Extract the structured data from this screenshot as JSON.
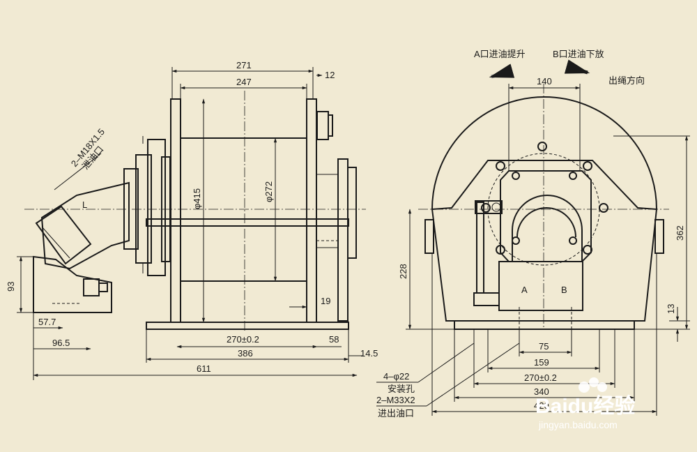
{
  "side_view": {
    "dims": {
      "d271": "271",
      "d247": "247",
      "d12": "12",
      "d415": "φ415",
      "d272": "φ272",
      "d19": "19",
      "d270": "270±0.2",
      "d58": "58",
      "d386": "386",
      "d14_5": "14.5",
      "d611": "611",
      "d93": "93",
      "d57_7": "57.7",
      "d96_5": "96.5"
    },
    "drain_thread": "2–M18X1.5",
    "drain_label": "泄油口",
    "port_letter": "L"
  },
  "front_view": {
    "port_a_label": "A口进油提升",
    "port_b_label": "B口进油下放",
    "rope_direction": "出绳方向",
    "dims": {
      "d140": "140",
      "d362": "362",
      "d228": "228",
      "d13": "13",
      "d75": "75",
      "d159": "159",
      "d270": "270±0.2",
      "d340": "340",
      "d420": "420"
    },
    "port_a_letter": "A",
    "port_b_letter": "B",
    "mount_holes": "4–φ22",
    "mount_holes_label": "安装孔",
    "io_thread": "2–M33X2",
    "io_label": "进出油口"
  },
  "watermark": {
    "brand": "Baidu经验",
    "url": "jingyan.baidu.com"
  },
  "colors": {
    "background": "#f1ead3",
    "line": "#1a1a1a"
  }
}
